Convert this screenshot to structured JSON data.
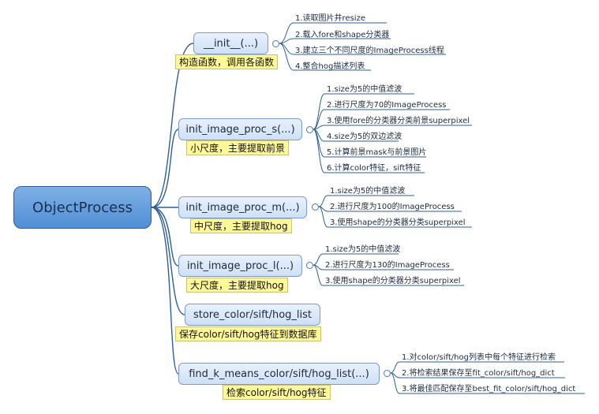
{
  "root": {
    "label": "ObjectProcess"
  },
  "branches": [
    {
      "label": "__init__(...)",
      "note": "构造函数，调用各函数",
      "children": [
        "1.读取图片并resize",
        "2.载入fore和shape分类器",
        "3.建立三个不同尺度的ImageProcess线程",
        "4.整合hog描述列表"
      ]
    },
    {
      "label": "init_image_proc_s(...)",
      "note": "小尺度，主要提取前景",
      "children": [
        "1.size为5的中值滤波",
        "2.进行尺度为70的ImageProcess",
        "3.使用fore的分类器分类前景superpixel",
        "4.size为5的双边滤波",
        "5.计算前景mask与前景图片",
        "6.计算color特征，sift特征"
      ]
    },
    {
      "label": "init_image_proc_m(...)",
      "note": "中尺度，主要提取hog",
      "children": [
        "1.size为5的中值滤波",
        "2.进行尺度为100的ImageProcess",
        "3.使用shape的分类器分类superpixel"
      ]
    },
    {
      "label": "init_image_proc_l(...)",
      "note": "大尺度，主要提取hog",
      "children": [
        "1.size为5的中值滤波",
        "2.进行尺度为130的ImageProcess",
        "3.使用shape的分类器分类superpixel"
      ]
    },
    {
      "label": "store_color/sift/hog_list",
      "note": "保存color/sift/hog特征到数据库",
      "children": []
    },
    {
      "label": "find_k_means_color/sift/hog_list(...)",
      "note": "检索color/sift/hog特征",
      "children": [
        "1.对color/sift/hog列表中每个特征进行检索",
        "2.将检索结果保存至fit_color/sift/hog_dict",
        "3.将最佳匹配保存至best_fit_color/sift/hog_dict"
      ]
    }
  ]
}
